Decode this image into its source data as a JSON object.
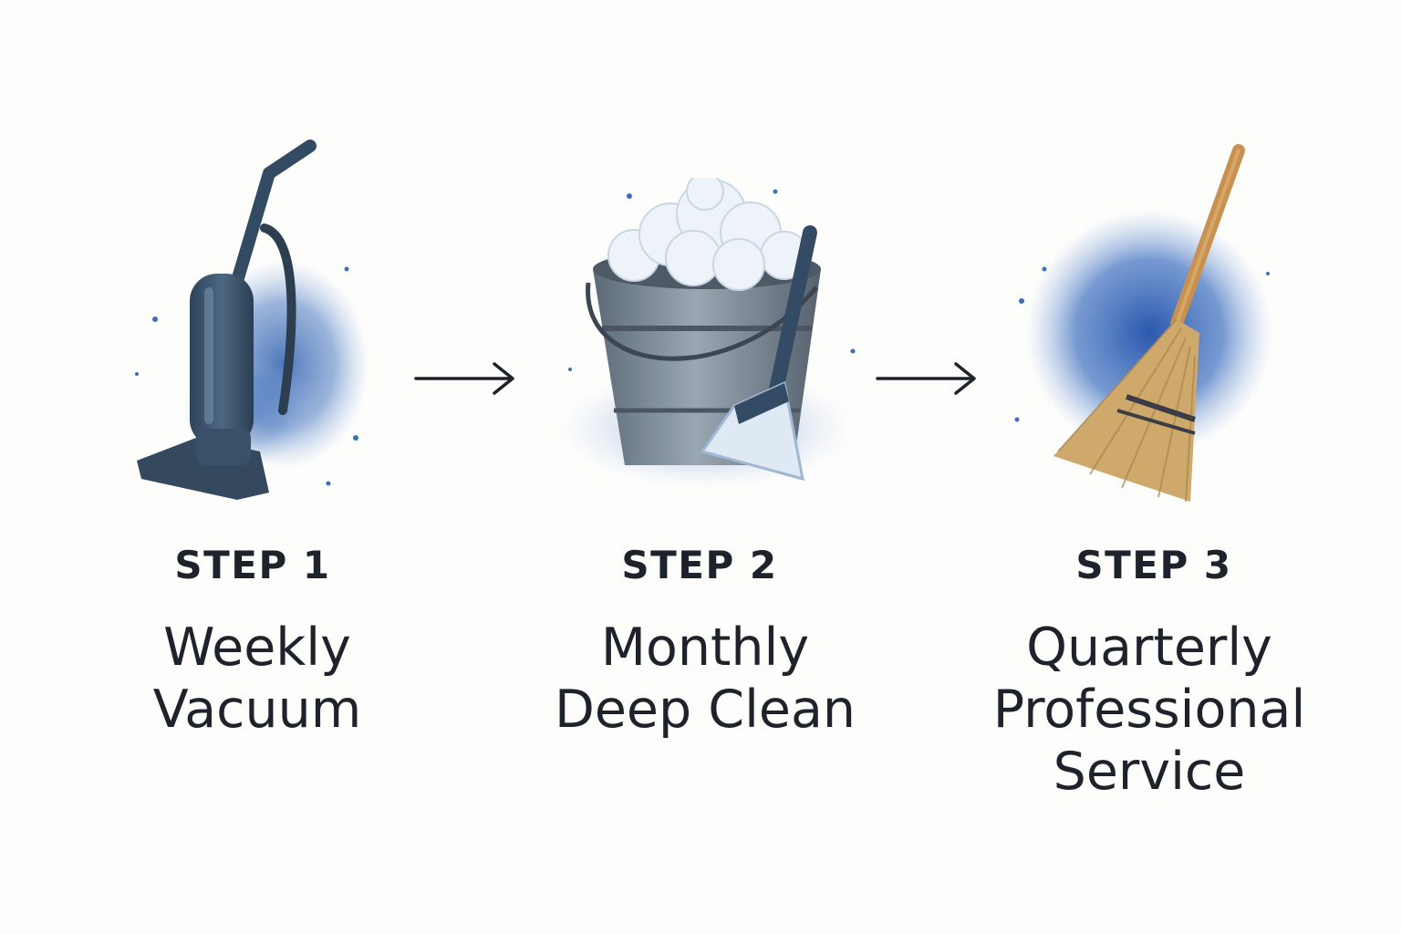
{
  "colors": {
    "text": "#1e232b",
    "watercolor_blue": "#3d6fb8",
    "vacuum_body": "#3e5670",
    "bucket_metal": "#7b8896",
    "broom_straw": "#cfa86c",
    "broom_handle": "#c9914f"
  },
  "steps": [
    {
      "label": "STEP 1",
      "title_lines": [
        "Weekly",
        "Vacuum"
      ],
      "icon": "vacuum-icon"
    },
    {
      "label": "STEP 2",
      "title_lines": [
        "Monthly",
        "Deep Clean"
      ],
      "icon": "bucket-icon"
    },
    {
      "label": "STEP 3",
      "title_lines": [
        "Quarterly",
        "Professional",
        "Service"
      ],
      "icon": "broom-icon"
    }
  ],
  "arrows": [
    "arrow-right-icon",
    "arrow-right-icon"
  ]
}
